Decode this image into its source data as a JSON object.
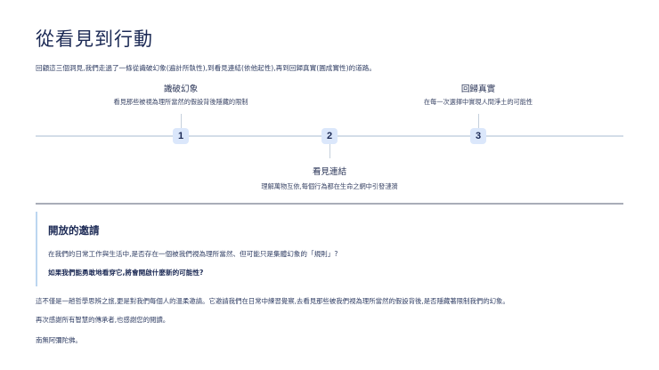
{
  "page": {
    "title": "從看見到行動",
    "intro": "回顧這三個洞見,我們走過了一條從識破幻象(遍計所執性),到看見連結(依他起性),再到回歸真實(圓成實性)的道路。"
  },
  "timeline": {
    "line_color": "#d3dde8",
    "badge_color": "#dbe7fb",
    "nodes": [
      {
        "number": "1",
        "title": "識破幻象",
        "description": "看見那些被視為理所當然的假設背後隱藏的限制",
        "position": "above"
      },
      {
        "number": "2",
        "title": "看見連結",
        "description": "理解萬物互依,每個行為都在生命之網中引發漣漪",
        "position": "below"
      },
      {
        "number": "3",
        "title": "回歸真實",
        "description": "在每一次選擇中實現人間淨土的可能性",
        "position": "above"
      }
    ]
  },
  "invitation": {
    "title": "開放的邀請",
    "question": "在我們的日常工作與生活中,是否存在一個被我們視為理所當然、但可能只是集體幻象的「規則」?",
    "bold_question": "如果我們能勇敢地看穿它,將會開啟什麼新的可能性?",
    "border_color": "#bcd6f0"
  },
  "closing": {
    "paragraphs": [
      "這不僅是一趟哲學思辨之旅,更是對我們每個人的溫柔邀請。它邀請我們在日常中練習覺察,去看見那些被我們視為理所當然的假設背後,是否隱藏著限制我們的幻象。",
      "再次感謝所有智慧的傳承者,也感謝您的閱讀。",
      "南無阿彌陀佛。"
    ]
  },
  "colors": {
    "title": "#1c2a55",
    "body_text": "#2f3d63",
    "divider": "#a9adb8"
  }
}
